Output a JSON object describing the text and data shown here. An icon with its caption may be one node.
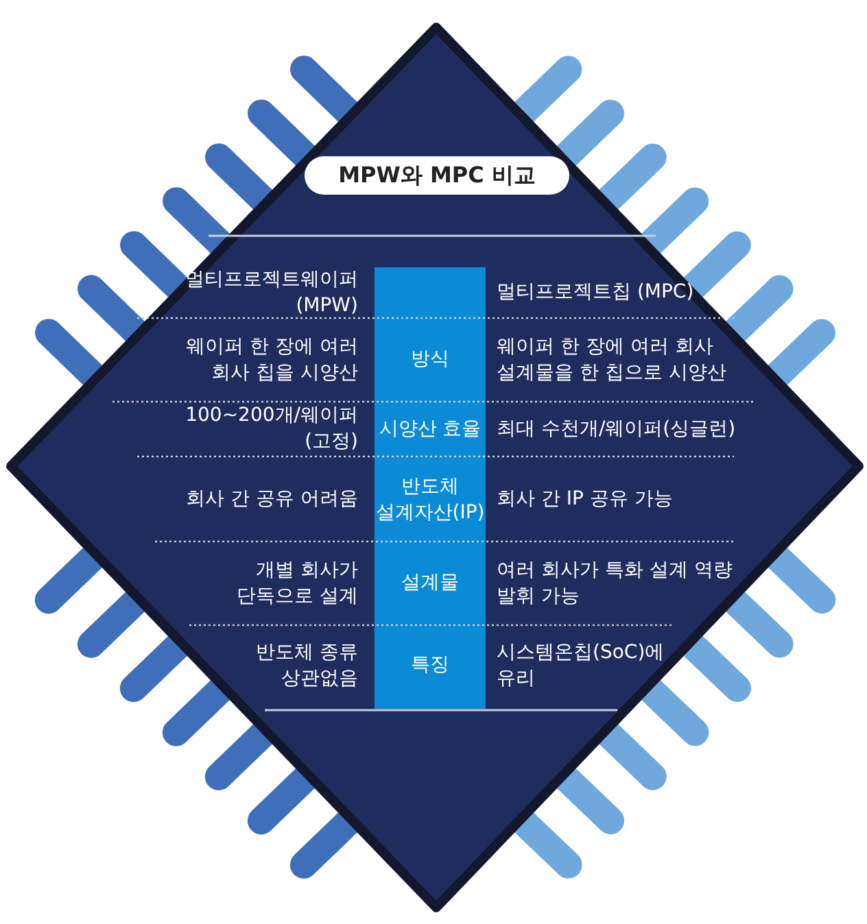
{
  "diagram": {
    "title": "MPW와 MPC 비교",
    "labels": [
      "멀티프로젝트웨이퍼 (MPW)",
      "멀티프로젝트칩 (MPC)",
      "웨이퍼 한 장에 여러 회사 칩을 시양산",
      "방식",
      "웨이퍼 한 장에 여러 회사 설계물을 한 칩으로 시양산",
      "100~200개/웨이퍼(고정)",
      "시양산 효율",
      "최대 수천개/웨이퍼(싱글런)",
      "회사 간 공유 어려움",
      "반도체 설계자산(IP)",
      "회사 간 IP 공유 가능",
      "개별 회사가 단독으로 설계",
      "설계물",
      "여러 회사가 특화 설계 역량 발휘 가능",
      "반도체 종류 상관없음",
      "특징",
      "시스템온칩(SoC)에 유리"
    ]
  }
}
